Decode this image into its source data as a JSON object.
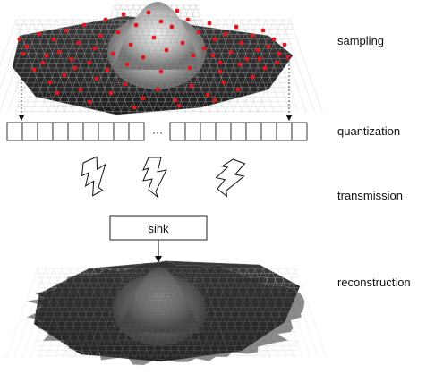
{
  "stages": {
    "sampling": "sampling",
    "quantization": "quantization",
    "transmission": "transmission",
    "reconstruction": "reconstruction"
  },
  "quantizer": {
    "ellipsis": "···"
  },
  "sink": {
    "label": "sink"
  },
  "colors": {
    "sample_point": "#e8141b",
    "mesh_dark": "#2b2b2b",
    "mesh_light": "#e6e6e6",
    "box_stroke": "#222222"
  },
  "icons": [
    "lightning-bolt-icon",
    "lightning-bolt-icon",
    "lightning-bolt-icon"
  ]
}
